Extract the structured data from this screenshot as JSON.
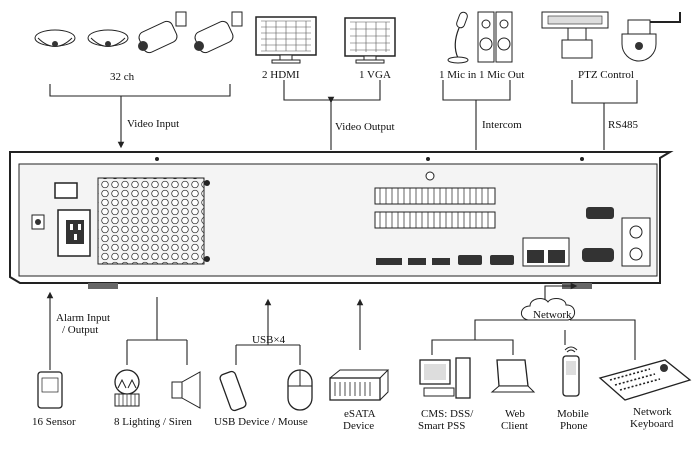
{
  "top": {
    "cameras_label": "32 ch",
    "hdmi_label": "2 HDMI",
    "vga_label": "1 VGA",
    "mic_label": "1 Mic in 1 Mic Out",
    "ptz_label": "PTZ Control",
    "video_input_label": "Video Input",
    "video_output_label": "Video Output",
    "intercom_label": "Intercom",
    "rs485_label": "RS485"
  },
  "bottom": {
    "alarm_label_line1": "Alarm Input",
    "alarm_label_line2": "/ Output",
    "usb_count_label": "USB×4",
    "network_label": "Network",
    "sensor_label": "16 Sensor",
    "lighting_label": "8 Lighting / Siren",
    "usb_device_label": "USB Device / Mouse",
    "esata_label_line1": "eSATA",
    "esata_label_line2": "Device",
    "cms_label_line1": "CMS: DSS/",
    "cms_label_line2": "Smart PSS",
    "web_label_line1": "Web",
    "web_label_line2": "Client",
    "mobile_label_line1": "Mobile",
    "mobile_label_line2": "Phone",
    "keyboard_label_line1": "Network",
    "keyboard_label_line2": "Keyboard"
  },
  "colors": {
    "line": "#222222",
    "device_fill": "#ffffff",
    "panel_fill": "#f4f4f4",
    "dark": "#333333"
  }
}
